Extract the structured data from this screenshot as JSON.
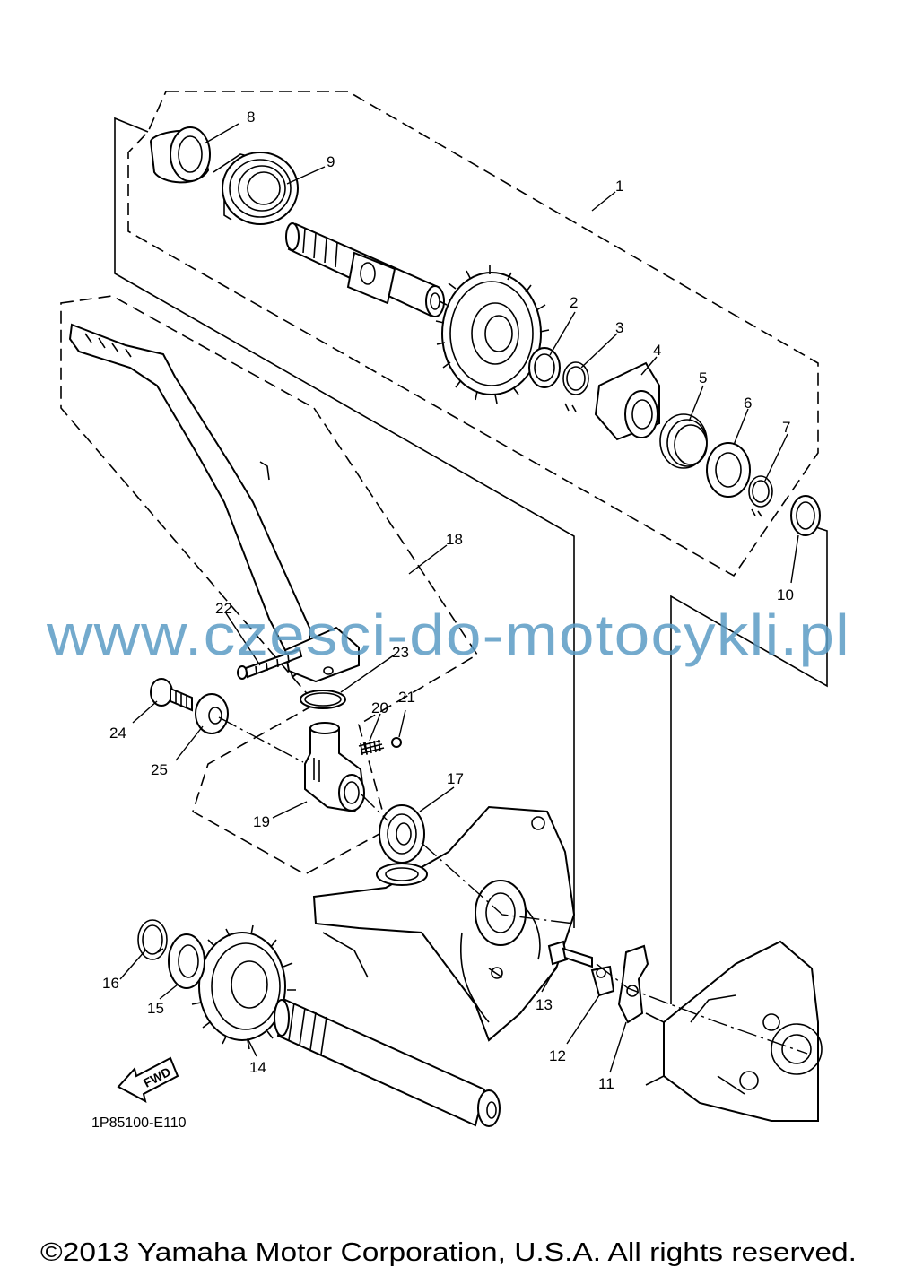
{
  "diagram": {
    "part_numbers": [
      "1",
      "2",
      "3",
      "4",
      "5",
      "6",
      "7",
      "8",
      "9",
      "10",
      "11",
      "12",
      "13",
      "14",
      "15",
      "16",
      "17",
      "18",
      "19",
      "20",
      "21",
      "22",
      "23",
      "24",
      "25"
    ],
    "fwd_label": "FWD",
    "drawing_code": "1P85100-E110"
  },
  "watermark": {
    "text": "www.czesci-do-motocykli.pl",
    "color": "#5b9bc4"
  },
  "footer": {
    "copyright": "©2013 Yamaha Motor Corporation, U.S.A. All rights reserved."
  }
}
